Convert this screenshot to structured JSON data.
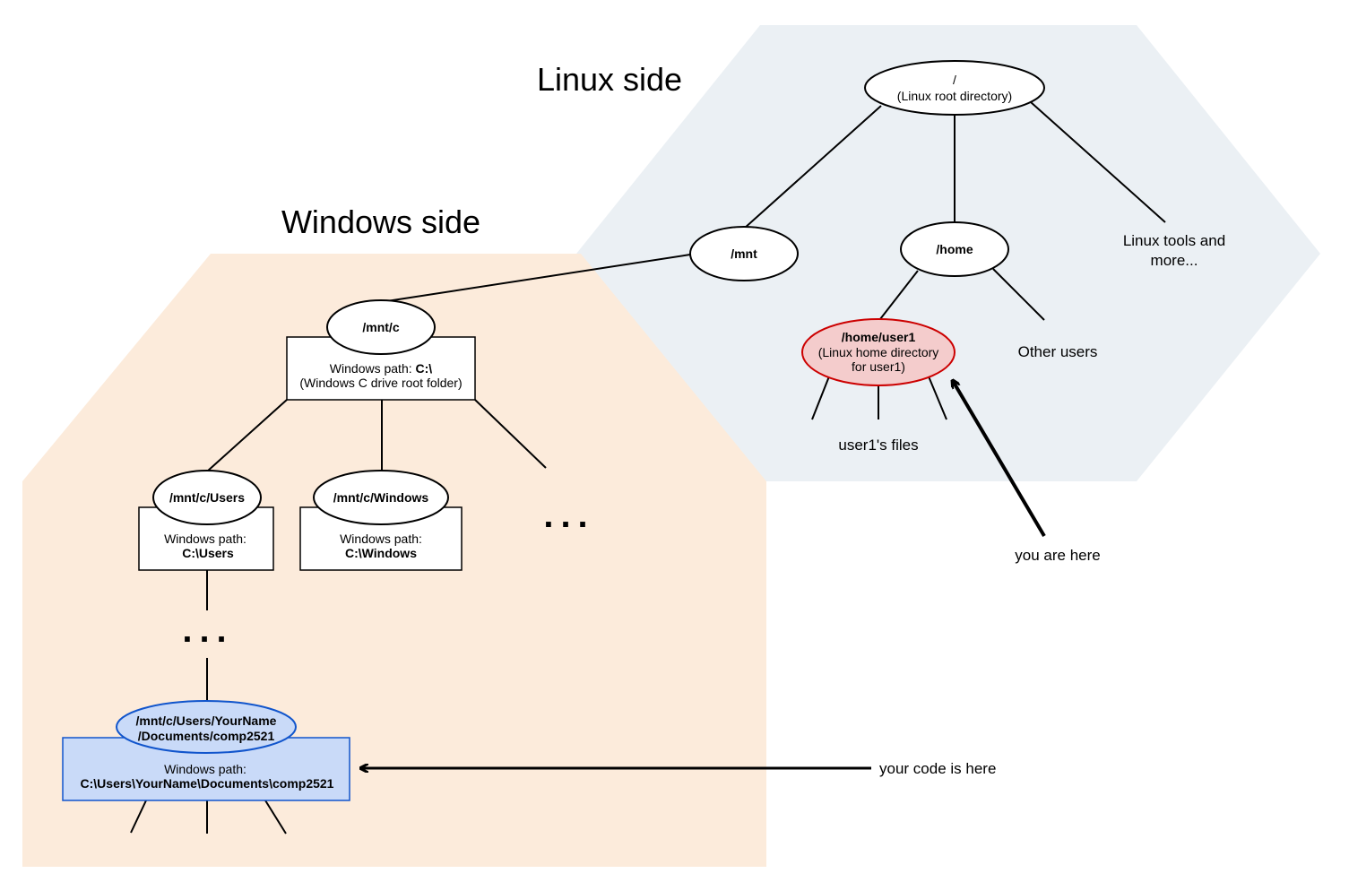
{
  "regions": {
    "linux": {
      "title": "Linux side",
      "color": "#ebf0f4"
    },
    "windows": {
      "title": "Windows side",
      "color": "#fcebdb"
    }
  },
  "nodes": {
    "root": {
      "name": "/",
      "desc": "(Linux root directory)"
    },
    "mnt": {
      "name": "/mnt"
    },
    "home": {
      "name": "/home"
    },
    "linux_tools": {
      "line1": "Linux tools and",
      "line2": "more..."
    },
    "user1": {
      "name": "/home/user1",
      "desc1": "(Linux home directory",
      "desc2": "for user1)",
      "fill": "#f4cccc",
      "stroke": "#cc0000"
    },
    "other_users": {
      "text": "Other users"
    },
    "user1_files": {
      "text": "user1's files"
    },
    "mnt_c": {
      "name": "/mnt/c",
      "box_prefix": "Windows path: ",
      "box_path": "C:\\",
      "box_desc": "(Windows C drive root folder)"
    },
    "users": {
      "name": "/mnt/c/Users",
      "box_label": "Windows path:",
      "box_path": "C:\\Users"
    },
    "windows": {
      "name": "/mnt/c/Windows",
      "box_label": "Windows path:",
      "box_path": "C:\\Windows"
    },
    "comp2521": {
      "name1": "/mnt/c/Users/YourName",
      "name2": "/Documents/comp2521",
      "box_label": "Windows path:",
      "box_path": "C:\\Users\\YourName\\Documents\\comp2521",
      "fill": "#c9daf8",
      "stroke": "#1155cc"
    }
  },
  "ellipsis": "...",
  "annotations": {
    "you_are_here": "you are here",
    "your_code_is_here": "your code is here"
  }
}
